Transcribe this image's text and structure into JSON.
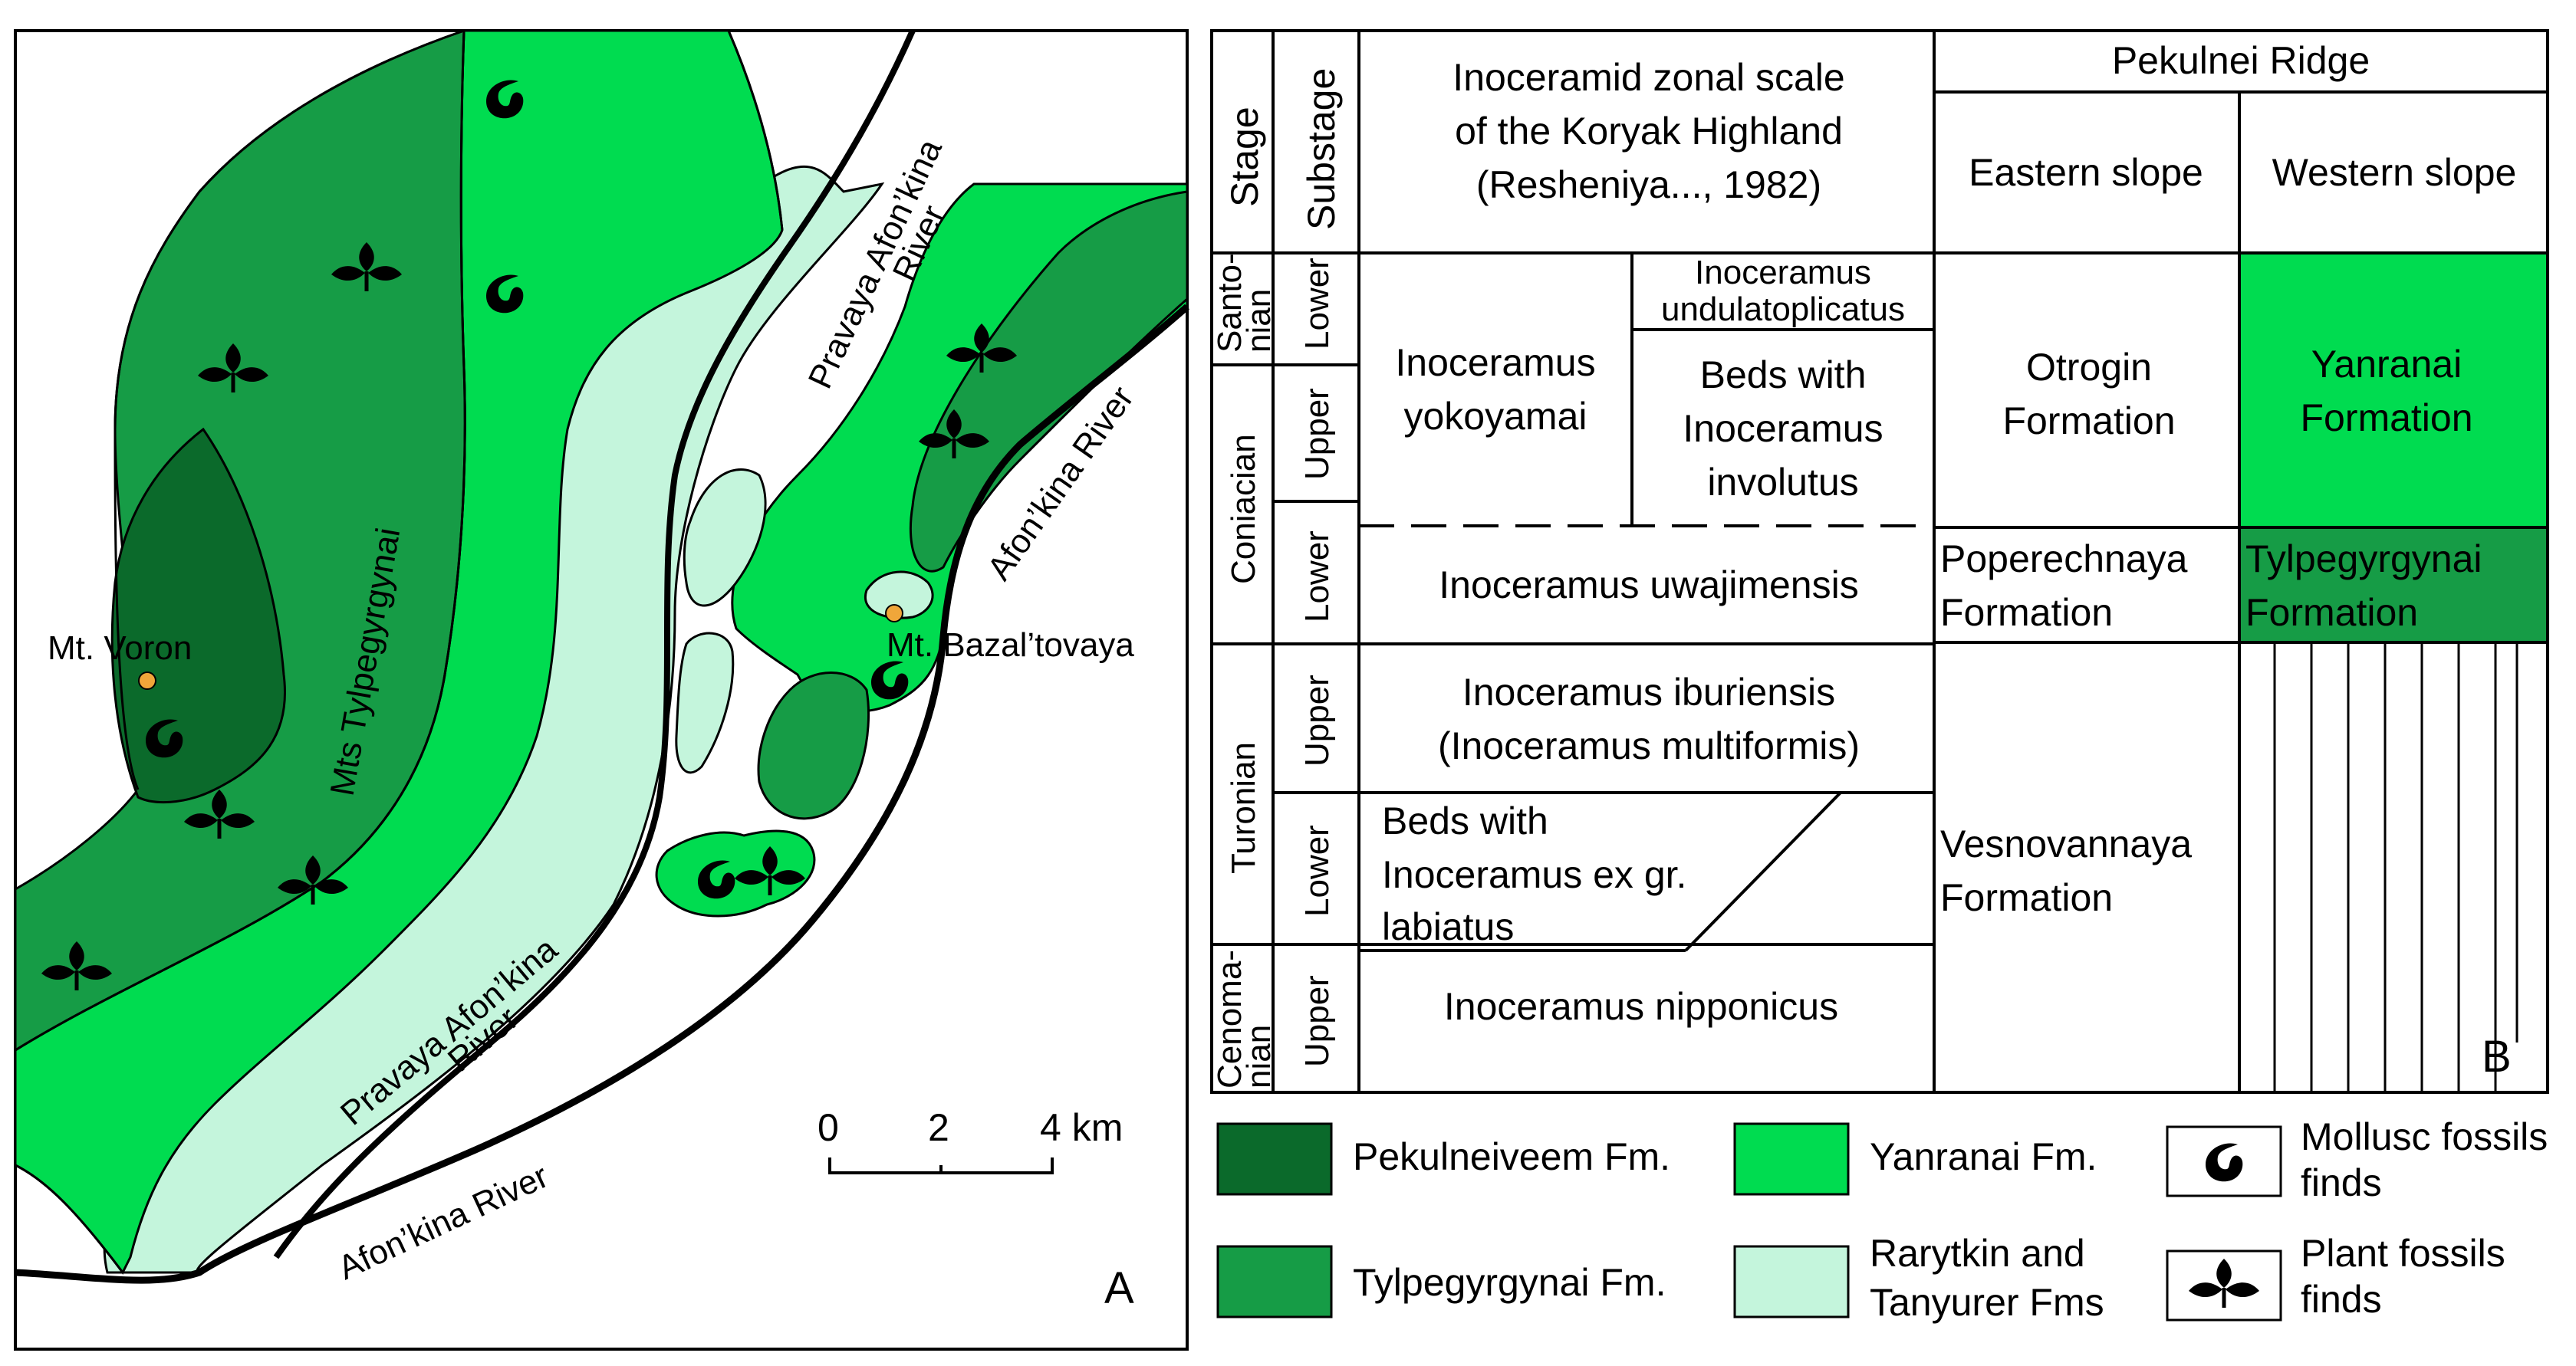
{
  "colors": {
    "pekulneiveem": "#0b6a2b",
    "tylpegyrgynai": "#169c46",
    "yanranai": "#00dc50",
    "rarytkin": "#c4f5dc",
    "outline": "#000000",
    "mt_point": "#f0a63a"
  },
  "map": {
    "panel_label": "A",
    "labels": {
      "mt_voron": "Mt. Voron",
      "mt_bazaltovaya": "Mt. Bazal’tovaya",
      "mts_tylpegyrgynai": "Mts Tylpegyrgynai",
      "pravaya_top_1": "Pravaya Afon’kina",
      "pravaya_top_2": "River",
      "afonkina_right": "Afon’kina River",
      "pravaya_bottom_1": "Pravaya Afon’kina",
      "pravaya_bottom_2": "River",
      "afonkina_bottom": "Afon’kina River"
    },
    "scale": {
      "t0": "0",
      "t2": "2",
      "t4": "4 km"
    },
    "icons": {
      "mollusc": "mollusc-shell-icon",
      "plant": "plant-leaf-icon"
    }
  },
  "table": {
    "panel_label": "B",
    "headers": {
      "stage": "Stage",
      "substage": "Substage",
      "zonal_1": "Inoceramid zonal scale",
      "zonal_2": "of the Koryak Highland",
      "zonal_3": "(Resheniya..., 1982)",
      "ridge": "Pekulnei Ridge",
      "eastern": "Eastern slope",
      "western": "Western slope"
    },
    "stages": {
      "santonian_1": "Santo-",
      "santonian_2": "nian",
      "coniacian": "Coniacian",
      "turonian": "Turonian",
      "cenomanian_1": "Cenoma-",
      "cenomanian_2": "nian"
    },
    "substages": {
      "santonian_lower": "Lower",
      "coniacian_upper": "Upper",
      "coniacian_lower": "Lower",
      "turonian_upper": "Upper",
      "turonian_lower": "Lower",
      "cenomanian_upper": "Upper"
    },
    "zones": {
      "yokoyamai_1": "Inoceramus",
      "yokoyamai_2": "yokoyamai",
      "undulato_1": "Inoceramus",
      "undulato_2": "undulatoplicatus",
      "involutus_1": "Beds with",
      "involutus_2": "Inoceramus",
      "involutus_3": "involutus",
      "uwajimensis": "Inoceramus uwajimensis",
      "iburiensis_1": "Inoceramus iburiensis",
      "iburiensis_2": "(Inoceramus multiformis)",
      "labiatus_1": "Beds with",
      "labiatus_2": "Inoceramus ex gr.",
      "labiatus_3": "labiatus",
      "nipponicus": "Inoceramus nipponicus"
    },
    "eastern_fms": {
      "otrogin_1": "Otrogin",
      "otrogin_2": "Formation",
      "poperechnaya_1": "Poperechnaya",
      "poperechnaya_2": "Formation",
      "vesnovannaya_1": "Vesnovannaya",
      "vesnovannaya_2": "Formation"
    },
    "western_fms": {
      "yanranai_1": "Yanranai",
      "yanranai_2": "Formation",
      "tylpegyrgynai_1": "Tylpegyrgynai",
      "tylpegyrgynai_2": "Formation"
    }
  },
  "legend": {
    "pekulneiveem": "Pekulneiveem Fm.",
    "tylpegyrgynai": "Tylpegyrgynai Fm.",
    "yanranai": "Yanranai Fm.",
    "rarytkin_1": "Rarytkin and",
    "rarytkin_2": "Tanyurer Fms",
    "mollusc_1": "Mollusc fossils",
    "mollusc_2": "finds",
    "plant_1": "Plant fossils",
    "plant_2": "finds"
  }
}
